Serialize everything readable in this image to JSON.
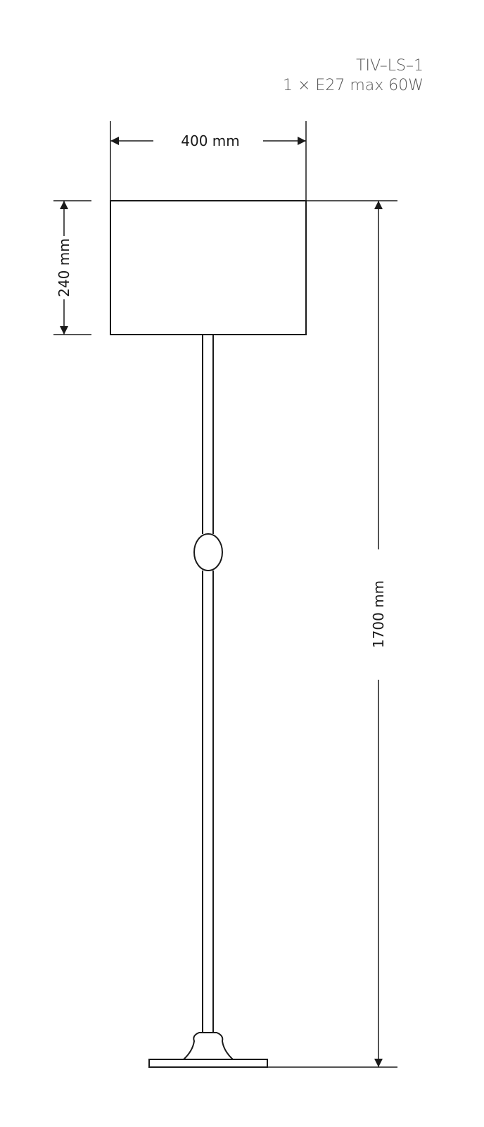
{
  "product": {
    "model": "TIV–LS–1",
    "bulb_spec": "1 × E27 max 60W"
  },
  "dimensions": {
    "width_label": "400 mm",
    "shade_height_label": "240 mm",
    "total_height_label": "1700 mm"
  },
  "colors": {
    "line": "#1a1a1a",
    "spec_text": "#555555"
  }
}
